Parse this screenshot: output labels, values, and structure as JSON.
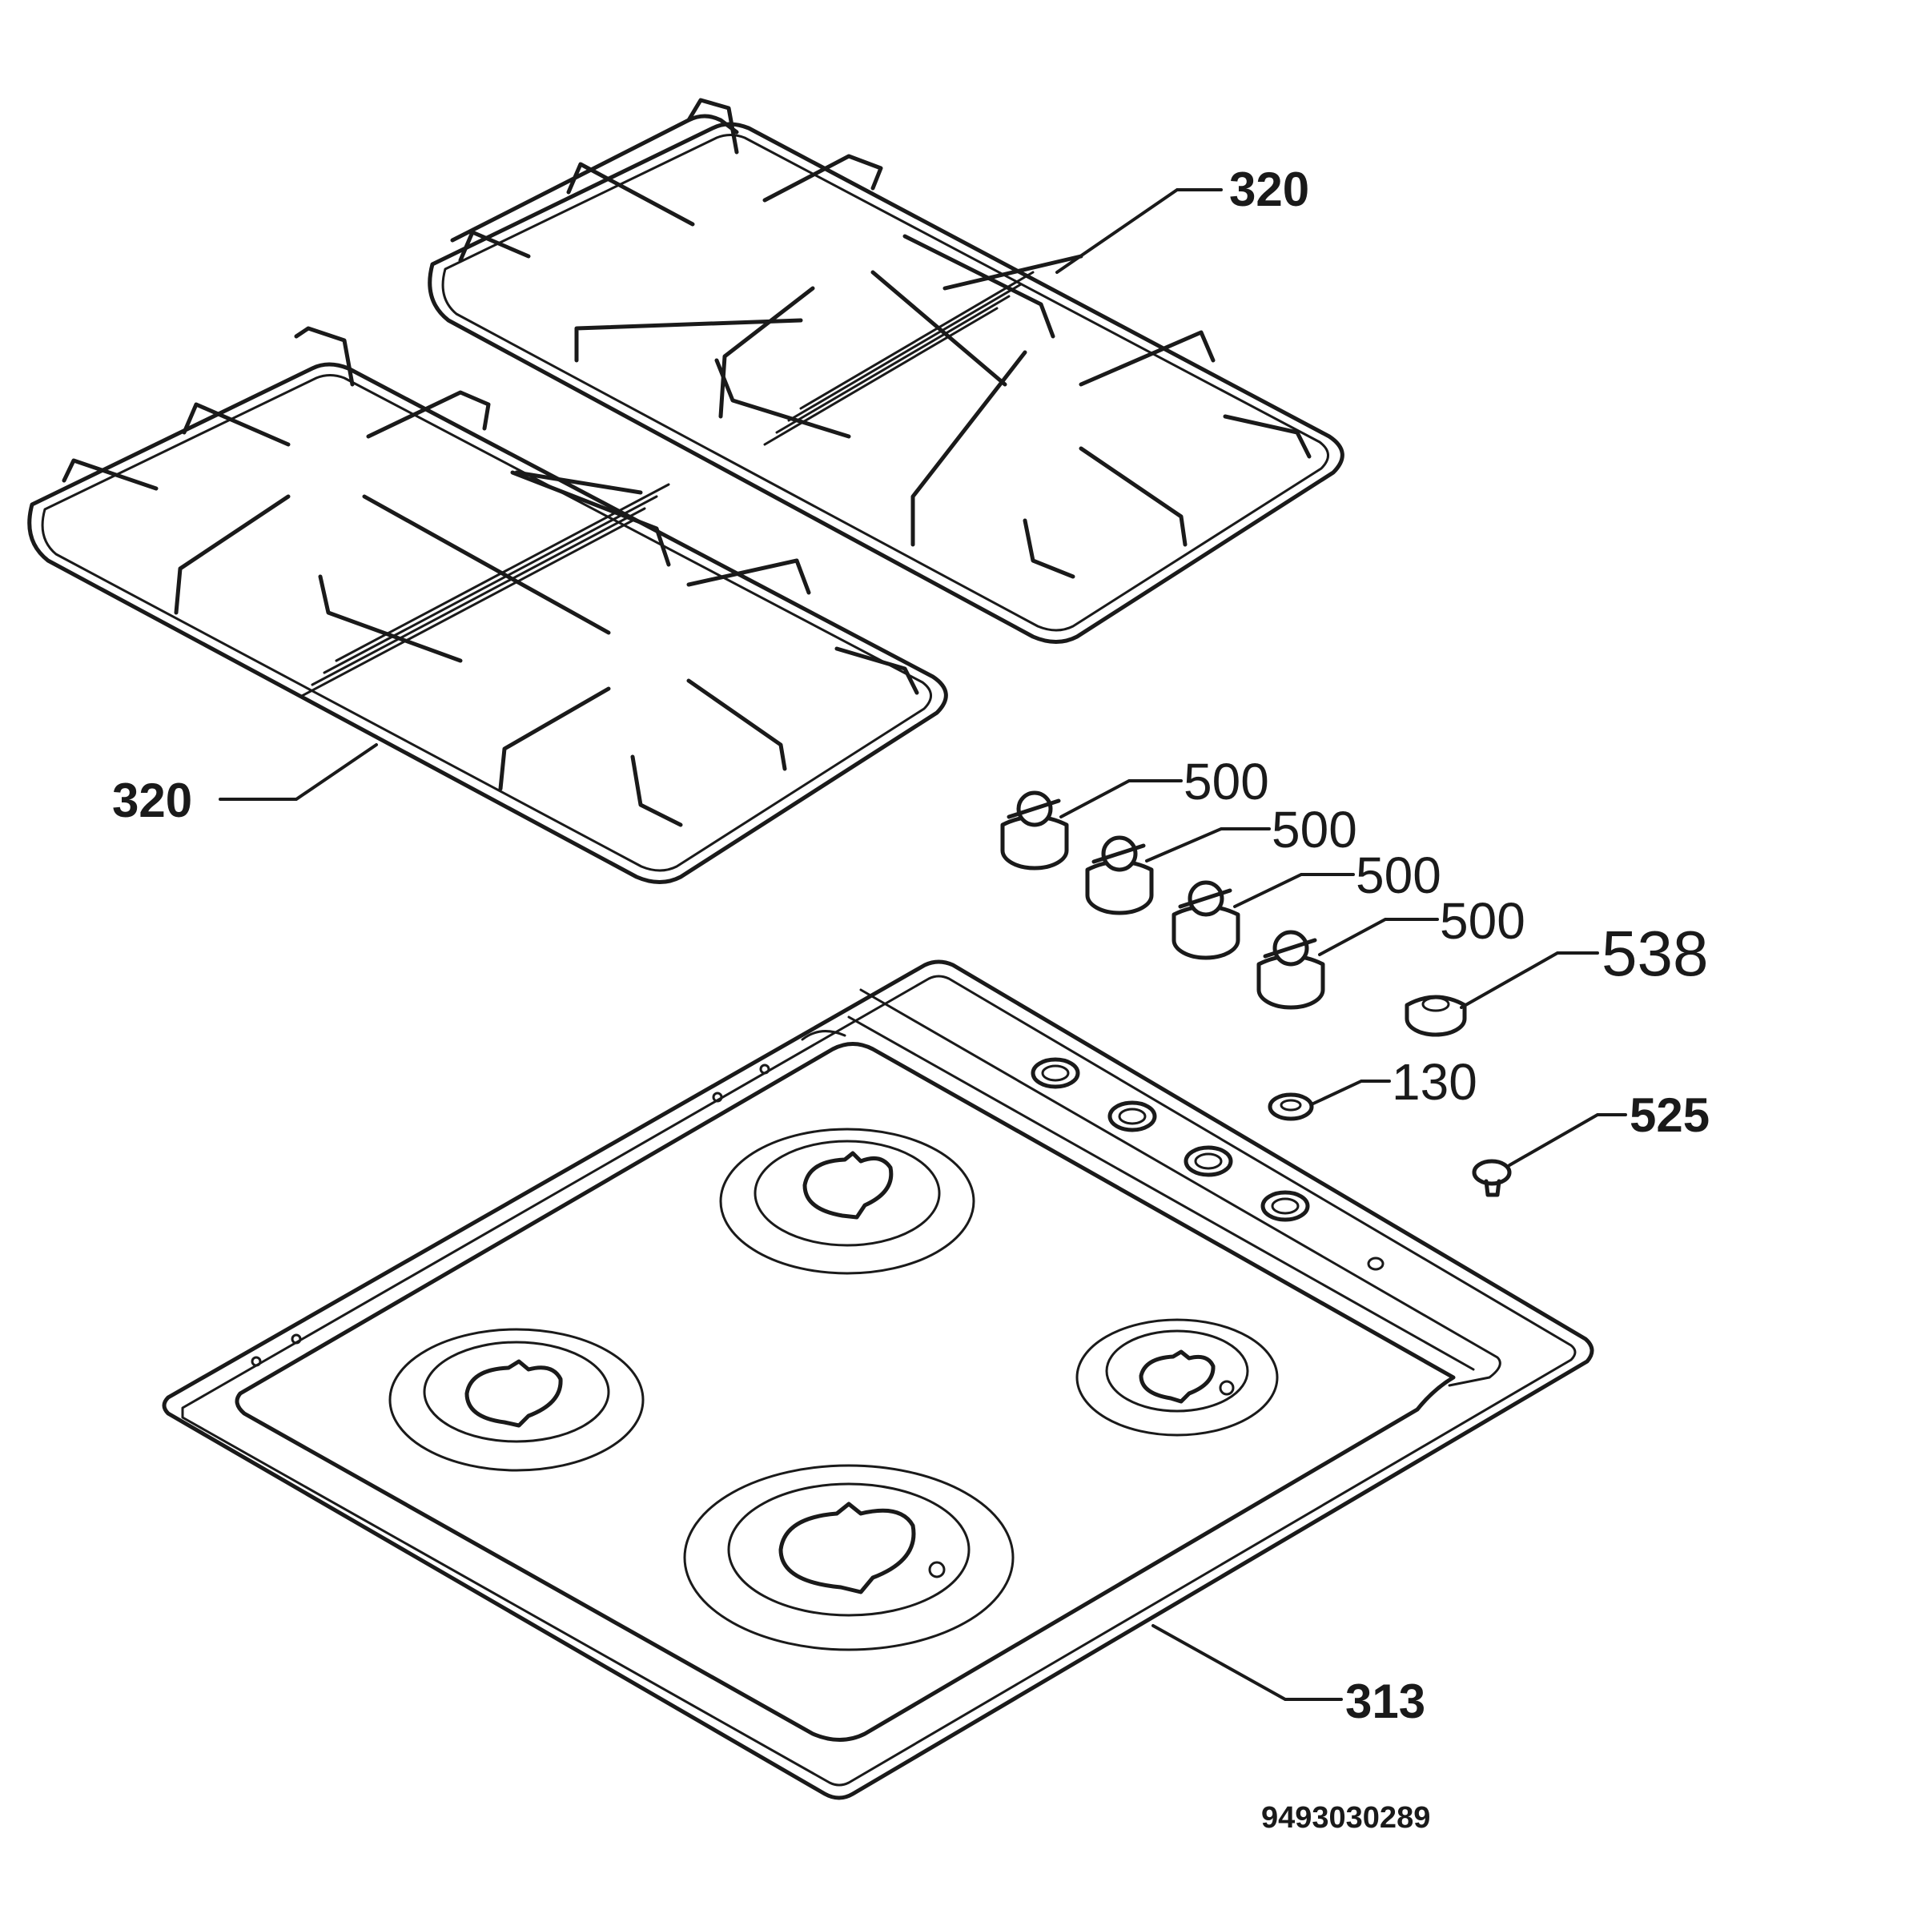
{
  "callouts": {
    "grid_top": "320",
    "grid_left": "320",
    "knob_1": "500",
    "knob_2": "500",
    "knob_3": "500",
    "knob_4": "500",
    "button": "538",
    "ring": "130",
    "plug": "525",
    "hob_top": "313"
  },
  "document_number": "9493030289",
  "icons": {
    "pan_support": "pan-support-grid-icon",
    "control_knob": "control-knob-icon",
    "hob_panel": "hob-top-panel-icon"
  },
  "colors": {
    "line": "#1a1a1a",
    "background": "#ffffff"
  }
}
